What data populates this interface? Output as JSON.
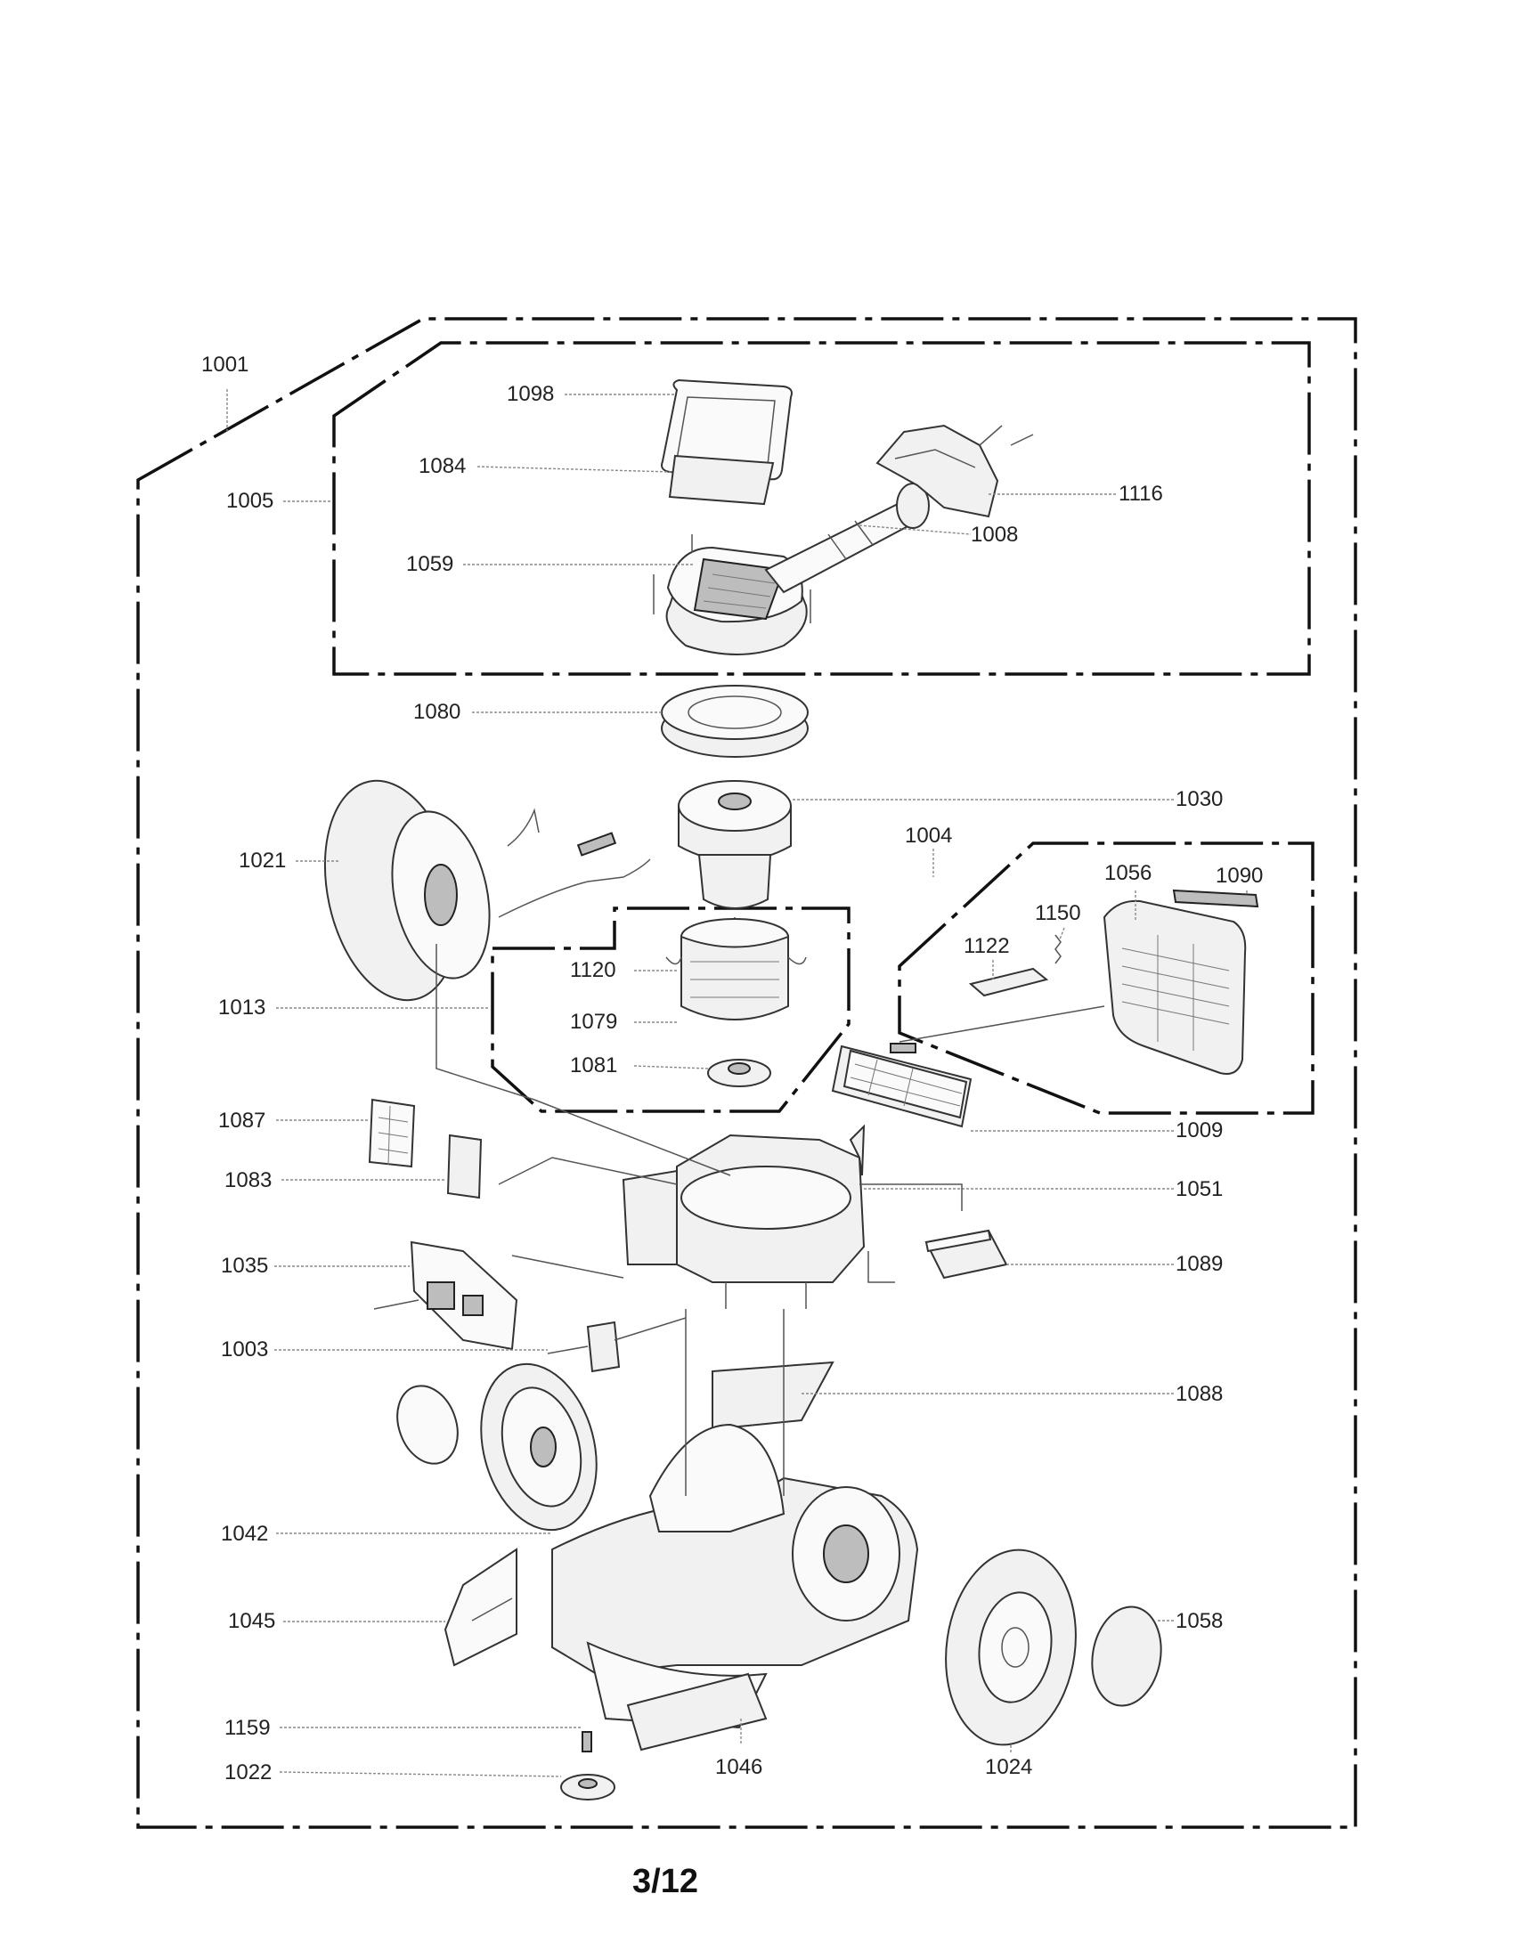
{
  "page_number": "3/12",
  "callouts": {
    "c1001": "1001",
    "c1005": "1005",
    "c1098": "1098",
    "c1084": "1084",
    "c1059": "1059",
    "c1116": "1116",
    "c1008": "1008",
    "c1080": "1080",
    "c1030": "1030",
    "c1021": "1021",
    "c1004": "1004",
    "c1056": "1056",
    "c1090": "1090",
    "c1150": "1150",
    "c1122": "1122",
    "c1120": "1120",
    "c1079": "1079",
    "c1081": "1081",
    "c1013": "1013",
    "c1087": "1087",
    "c1009": "1009",
    "c1083": "1083",
    "c1051": "1051",
    "c1035": "1035",
    "c1089": "1089",
    "c1003": "1003",
    "c1088": "1088",
    "c1042": "1042",
    "c1045": "1045",
    "c1058": "1058",
    "c1159": "1159",
    "c1022": "1022",
    "c1046": "1046",
    "c1024": "1024"
  }
}
